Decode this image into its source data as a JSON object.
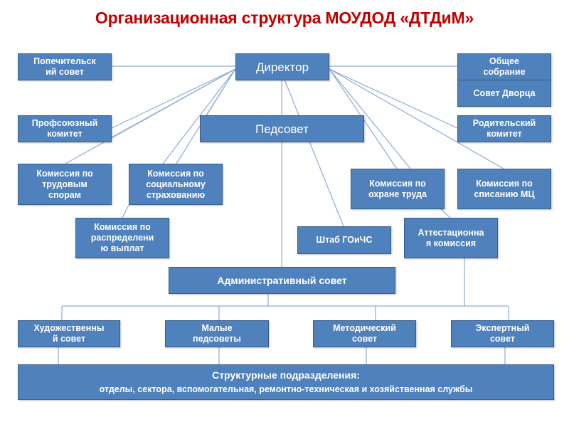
{
  "title": "Организационная структура МОУДОД «ДТДиМ»",
  "colors": {
    "title": "#c00000",
    "box_fill": "#4f81bd",
    "box_border": "#385d8a",
    "line": "#8eaad6"
  },
  "nodes": {
    "director": "Директор",
    "pedsovet": "Педсовет",
    "popechitelsky": "Попечительск\nий совет",
    "profsoyuz": "Профсоюзный\nкомитет",
    "trud_spory": "Комиссия по\nтрудовым\nспорам",
    "soc_strah": "Комиссия по\nсоциальному\nстрахованию",
    "raspred": "Комиссия по\nраспределени\nю выплат",
    "obshchee": "Общее\nсобрание",
    "sovet_dvorca": "Совет Дворца",
    "roditelsky": "Родительский\nкомитет",
    "ohrana": "Комиссия по\nохране труда",
    "spisanie": "Комиссия по\nсписанию МЦ",
    "shtab": "Штаб ГОиЧС",
    "attest": "Аттестационна\nя комиссия",
    "admin": "Административный совет",
    "hudozh": "Художественны\nй совет",
    "malye": "Малые\nпедсоветы",
    "metod": "Методический\nсовет",
    "ekspert": "Экспертный\nсовет",
    "struct_title": "Структурные подразделения:",
    "struct_sub": "отделы, сектора, вспомогательная, ремонтно-техническая и хозяйственная службы"
  }
}
